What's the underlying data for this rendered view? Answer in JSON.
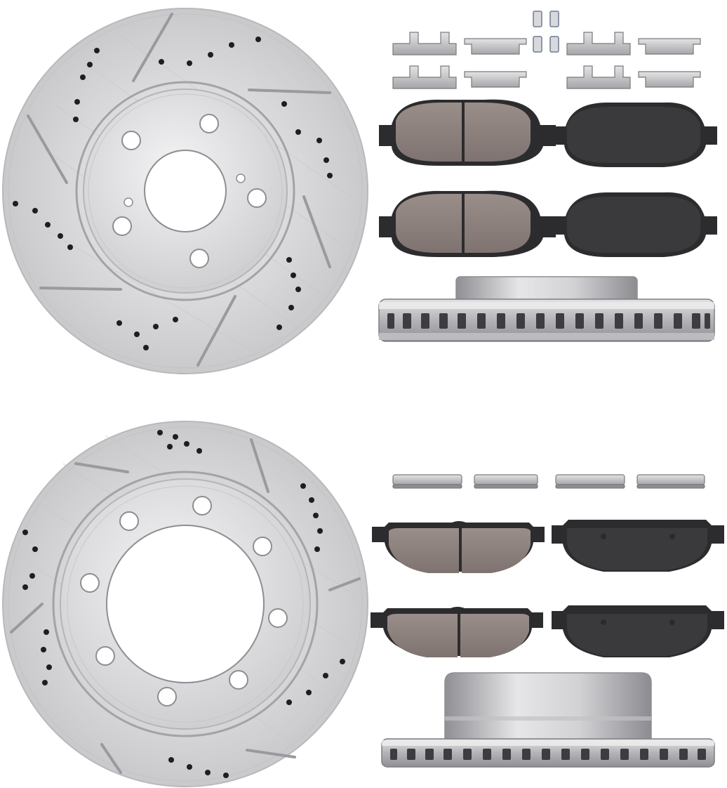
{
  "image": {
    "type": "product-photo",
    "colors": {
      "background": "#ffffff",
      "rotor_face": "#d9d9db",
      "rotor_edge": "#a9a9ad",
      "rotor_dark": "#6b6b70",
      "pad_friction_ceramic": "#8d817d",
      "pad_backplate": "#2c2c2e",
      "pad_black": "#3a3a3c",
      "hardware_metal": "#c4c4c8"
    }
  },
  "kit": {
    "front": {
      "rotor_face_view": {
        "icon": "cross-drilled-slotted-rotor",
        "lug_holes": 5
      },
      "rotor_side_view": {
        "icon": "vented-rotor-profile"
      },
      "hardware_clips": {
        "icon": "caliper-abutment-clip",
        "count": 8
      },
      "hardware_small_clips": {
        "icon": "spring-clip",
        "count": 4
      },
      "pads": {
        "icon": "brake-pad",
        "count": 4
      }
    },
    "rear": {
      "rotor_face_view": {
        "icon": "cross-drilled-slotted-rotor",
        "lug_holes": 8
      },
      "rotor_side_view": {
        "icon": "vented-rotor-profile-deep-hat"
      },
      "hardware_pins": {
        "icon": "slide-pin-clip",
        "count": 4
      },
      "pads": {
        "icon": "brake-pad",
        "count": 4
      }
    }
  }
}
